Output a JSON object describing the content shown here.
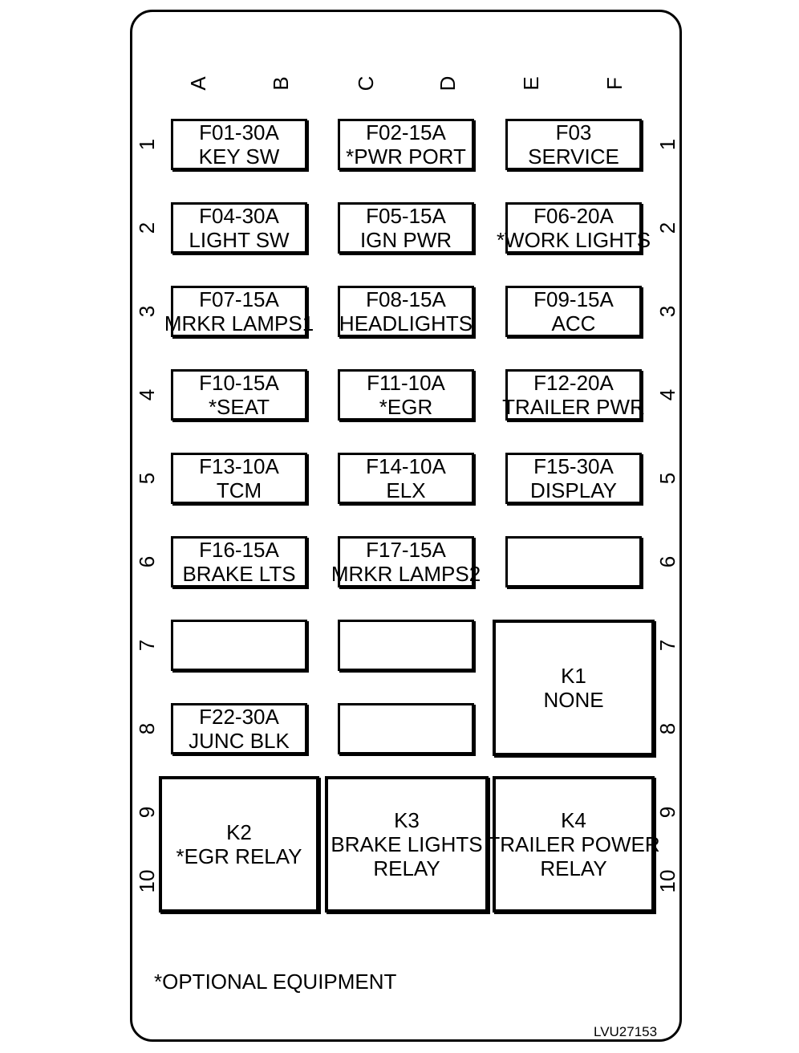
{
  "columns": [
    "A",
    "B",
    "C",
    "D",
    "E",
    "F"
  ],
  "rows_left": [
    "1",
    "2",
    "3",
    "4",
    "5",
    "6",
    "7",
    "8",
    "9",
    "10"
  ],
  "rows_right": [
    "1",
    "2",
    "3",
    "4",
    "5",
    "6",
    "7",
    "8",
    "9",
    "10"
  ],
  "fuses": {
    "f01": {
      "id": "F01-30A",
      "name": "KEY SW"
    },
    "f02": {
      "id": "F02-15A",
      "name": "*PWR PORT"
    },
    "f03": {
      "id": "F03",
      "name": "SERVICE"
    },
    "f04": {
      "id": "F04-30A",
      "name": "LIGHT SW"
    },
    "f05": {
      "id": "F05-15A",
      "name": "IGN PWR"
    },
    "f06": {
      "id": "F06-20A",
      "name": "*WORK LIGHTS"
    },
    "f07": {
      "id": "F07-15A",
      "name": "MRKR LAMPS1"
    },
    "f08": {
      "id": "F08-15A",
      "name": "HEADLIGHTS"
    },
    "f09": {
      "id": "F09-15A",
      "name": "ACC"
    },
    "f10": {
      "id": "F10-15A",
      "name": "*SEAT"
    },
    "f11": {
      "id": "F11-10A",
      "name": "*EGR"
    },
    "f12": {
      "id": "F12-20A",
      "name": "TRAILER PWR"
    },
    "f13": {
      "id": "F13-10A",
      "name": "TCM"
    },
    "f14": {
      "id": "F14-10A",
      "name": "ELX"
    },
    "f15": {
      "id": "F15-30A",
      "name": "DISPLAY"
    },
    "f16": {
      "id": "F16-15A",
      "name": "BRAKE LTS"
    },
    "f17": {
      "id": "F17-15A",
      "name": "MRKR LAMPS2"
    },
    "f22": {
      "id": "F22-30A",
      "name": "JUNC BLK"
    }
  },
  "relays": {
    "k1": {
      "id": "K1",
      "line1": "NONE",
      "line2": ""
    },
    "k2": {
      "id": "K2",
      "line1": "*EGR RELAY",
      "line2": ""
    },
    "k3": {
      "id": "K3",
      "line1": "BRAKE LIGHTS",
      "line2": "RELAY"
    },
    "k4": {
      "id": "K4",
      "line1": "TRAILER POWER",
      "line2": "RELAY"
    }
  },
  "footnote": "*OPTIONAL EQUIPMENT",
  "figure_code": "LVU27153"
}
